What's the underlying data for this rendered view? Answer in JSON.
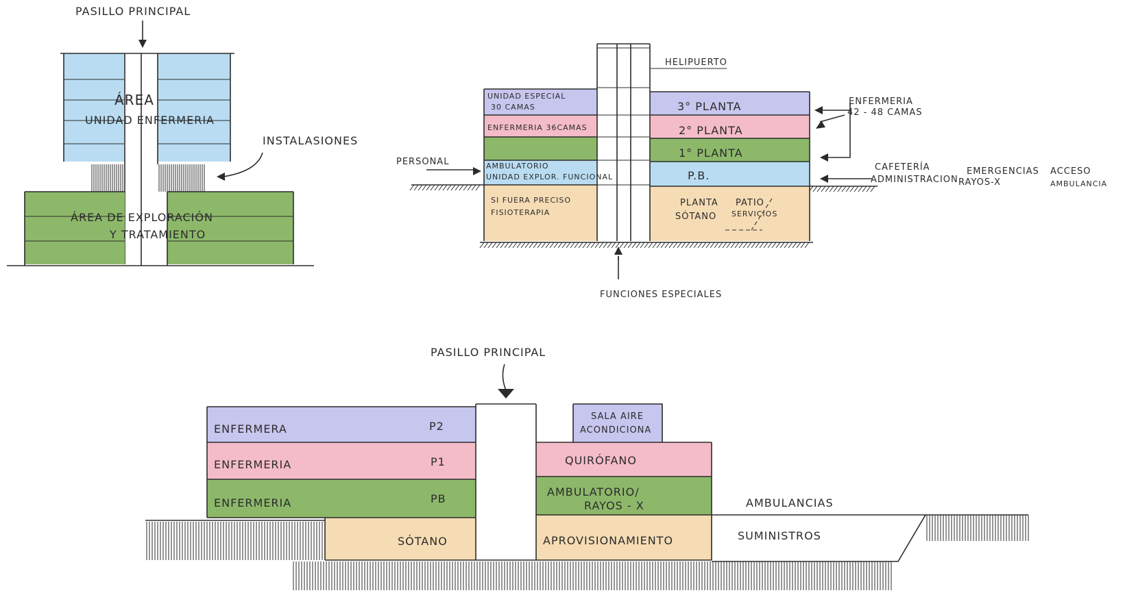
{
  "colors": {
    "blue": "#b9dcf2",
    "green": "#8db86a",
    "pink": "#f4bcc8",
    "lavender": "#c7c6ee",
    "sand": "#f6dcb4",
    "ink": "#2b2b2b"
  },
  "sketch1": {
    "corridor_label": "PASILLO PRINCIPAL",
    "area_label": "ÁREA",
    "unit_label": "UNIDAD ENFERMERIA",
    "installations_label": "INSTALASIONES",
    "exploration_line1": "ÁREA DE EXPLORACIÓN",
    "exploration_line2": "Y TRATAMIENTO"
  },
  "sketch2": {
    "heliport": "HELIPUERTO",
    "left_floors": [
      {
        "line1": "UNIDAD ESPECIAL",
        "line2": "30 CAMAS",
        "color": "lavender"
      },
      {
        "line1": "ENFERMERIA 36CAMAS",
        "line2": "",
        "color": "pink"
      },
      {
        "line1": "",
        "line2": "",
        "color": "green"
      },
      {
        "line1": "AMBULATORIO",
        "line2": "UNIDAD EXPLOR. FUNCIONAL",
        "color": "blue"
      },
      {
        "line1": "SI FUERA PRECISO",
        "line2": "FISIOTERAPIA",
        "color": "sand"
      }
    ],
    "right_floors": [
      {
        "label": "3° PLANTA",
        "color": "lavender"
      },
      {
        "label": "2° PLANTA",
        "color": "pink"
      },
      {
        "label": "1° PLANTA",
        "color": "green"
      },
      {
        "label": "P.B.",
        "color": "blue"
      }
    ],
    "basement_left": "PLANTA",
    "basement_left2": "SÓTANO",
    "basement_right": "PATIO",
    "basement_right2": "SERVICIOS",
    "nursing_line1": "ENFERMERIA",
    "nursing_line2": "42 - 48 CAMAS",
    "staff": "PERSONAL",
    "cafeteria": "CAFETERÍA",
    "administration": "ADMINISTRACION",
    "emergencies": "EMERGENCIAS",
    "xray": "RAYOS-X",
    "access": "ACCESO",
    "ambulance": "AMBULANCIA",
    "special_functions": "FUNCIONES ESPECIALES"
  },
  "sketch3": {
    "corridor_label": "PASILLO PRINCIPAL",
    "left_floors": [
      {
        "name": "ENFERMERA",
        "code": "P2",
        "color": "lavender"
      },
      {
        "name": "ENFERMERIA",
        "code": "P1",
        "color": "pink"
      },
      {
        "name": "ENFERMERIA",
        "code": "PB",
        "color": "green"
      }
    ],
    "basement": "SÓTANO",
    "ac_line1": "SALA AIRE",
    "ac_line2": "ACONDICIONA",
    "surgery": "QUIRÓFANO",
    "ambulatory_line1": "AMBULATORIO/",
    "ambulatory_line2": "RAYOS - X",
    "provisioning": "APROVISIONAMIENTO",
    "ambulances": "AMBULANCIAS",
    "supplies": "SUMINISTROS"
  }
}
